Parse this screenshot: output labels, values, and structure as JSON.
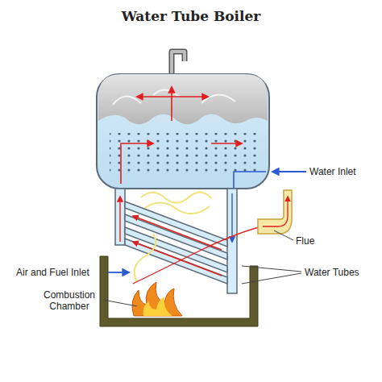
{
  "diagram": {
    "title": "Water Tube Boiler",
    "labels": [
      "Water Inlet",
      "Flue",
      "Air and Fuel Inlet",
      "Water Tubes",
      "Combustion Chamber"
    ]
  }
}
